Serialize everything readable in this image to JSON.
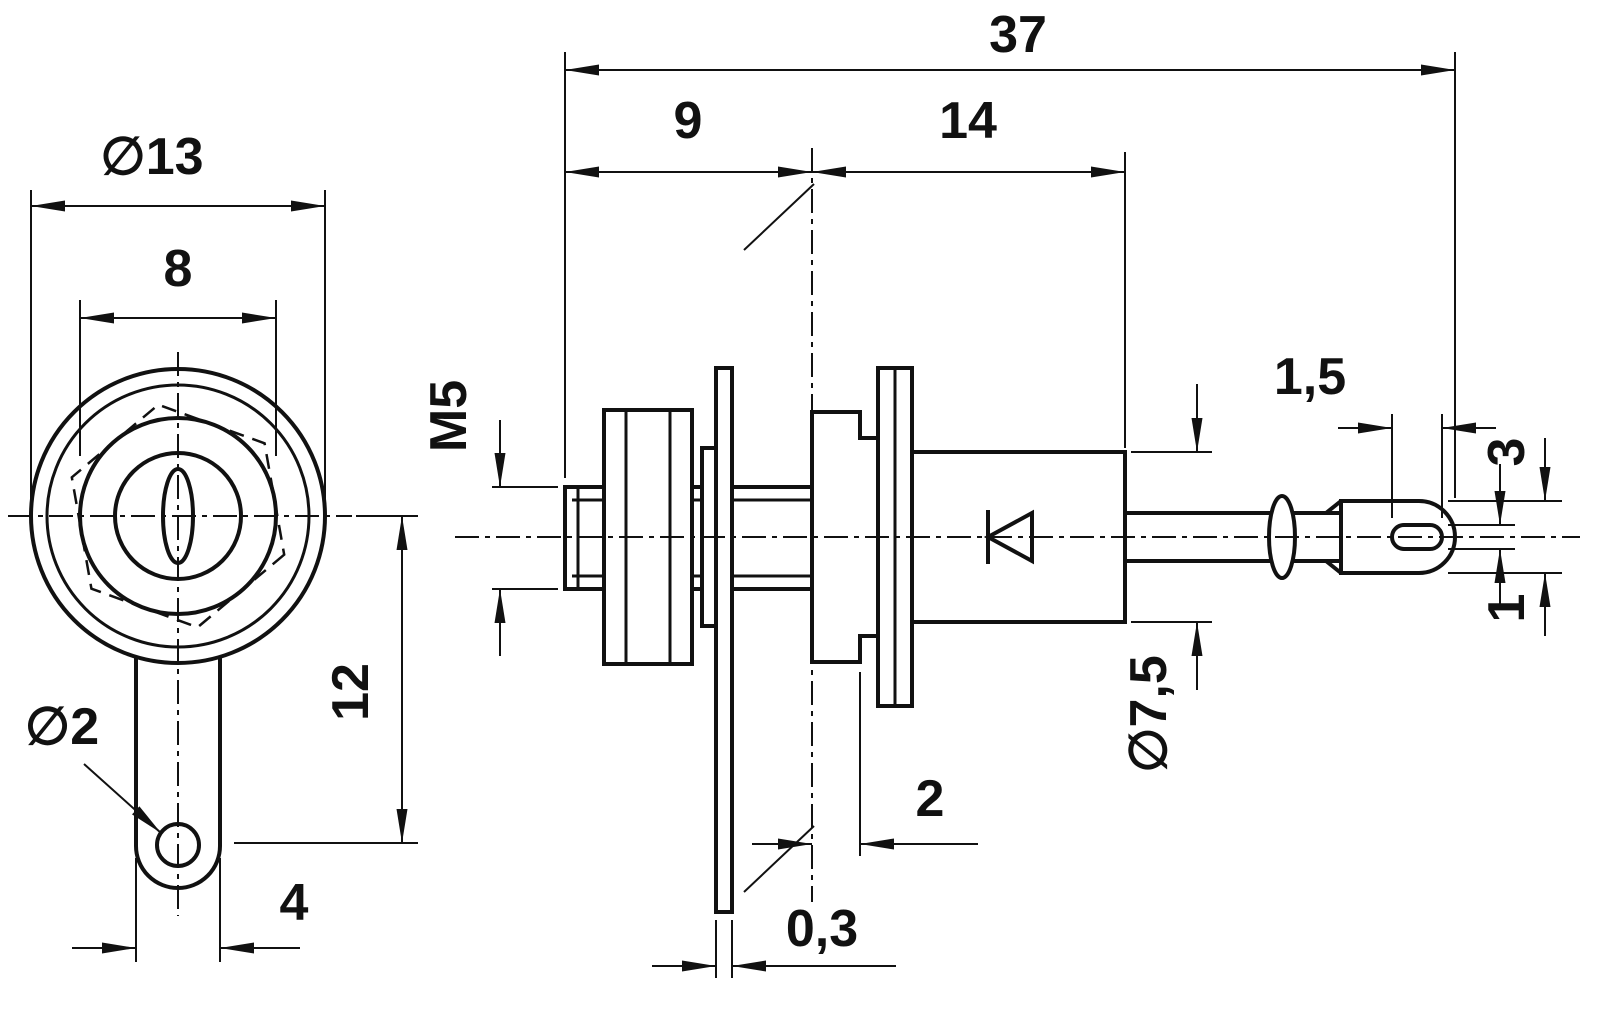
{
  "drawing": {
    "colors": {
      "line": "#111111",
      "background": "#ffffff"
    },
    "front_view": {
      "dims": {
        "outer_diameter": "∅13",
        "inner_width": "8",
        "lug_hole_offset": "12",
        "lug_hole_diameter": "∅2",
        "lug_width": "4"
      }
    },
    "side_view": {
      "dims": {
        "overall_length": "37",
        "front_length": "9",
        "body_length": "14",
        "thread": "M5",
        "body_diameter": "∅7,5",
        "step_width": "2",
        "lug_thickness": "0,3",
        "hole_width": "1,5",
        "eyelet_height": "3",
        "hole_height": "1"
      }
    }
  }
}
